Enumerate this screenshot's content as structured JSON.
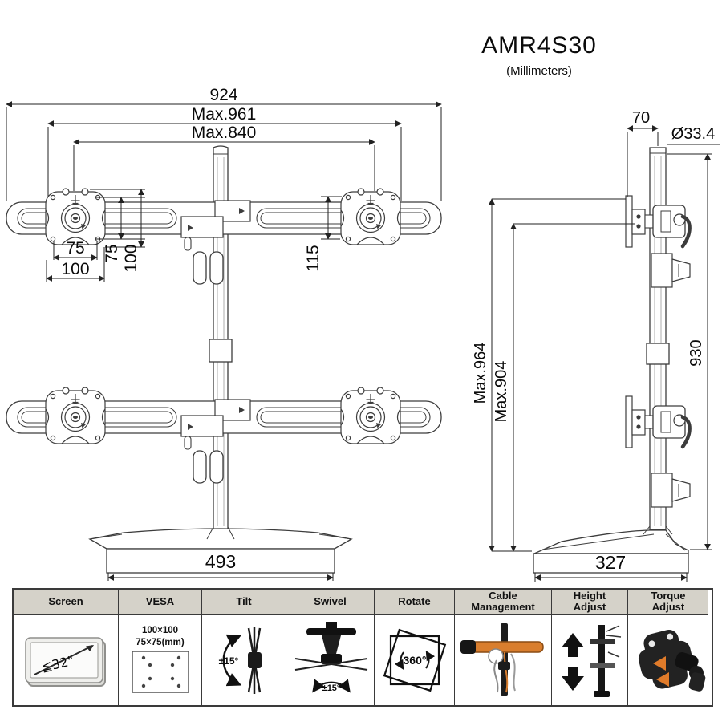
{
  "title": "AMR4S30",
  "subtitle": "(Millimeters)",
  "front_view": {
    "dims": {
      "overall_width": "924",
      "max_width": "Max.961",
      "max_arm_span": "Max.840",
      "vesa_h75": "75",
      "vesa_h100": "100",
      "vesa_v75": "75",
      "vesa_v100": "100",
      "plate_offset": "115",
      "base_width": "493"
    }
  },
  "side_view": {
    "dims": {
      "arm_offset": "70",
      "pole_diameter": "Ø33.4",
      "max_height": "Max.964",
      "max_plate_height": "Max.904",
      "pole_height": "930",
      "base_depth": "327"
    }
  },
  "features": {
    "accent_color": "#e07b2a",
    "columns": [
      {
        "label": "Screen",
        "value": "≦32\""
      },
      {
        "label": "VESA",
        "line1": "100×100",
        "line2": "75×75(mm)"
      },
      {
        "label": "Tilt",
        "value": "±15°"
      },
      {
        "label": "Swivel",
        "value": "±15°"
      },
      {
        "label": "Rotate",
        "value": "360°"
      },
      {
        "label": "Cable Management"
      },
      {
        "label": "Height Adjust"
      },
      {
        "label": "Torque Adjust"
      }
    ]
  }
}
